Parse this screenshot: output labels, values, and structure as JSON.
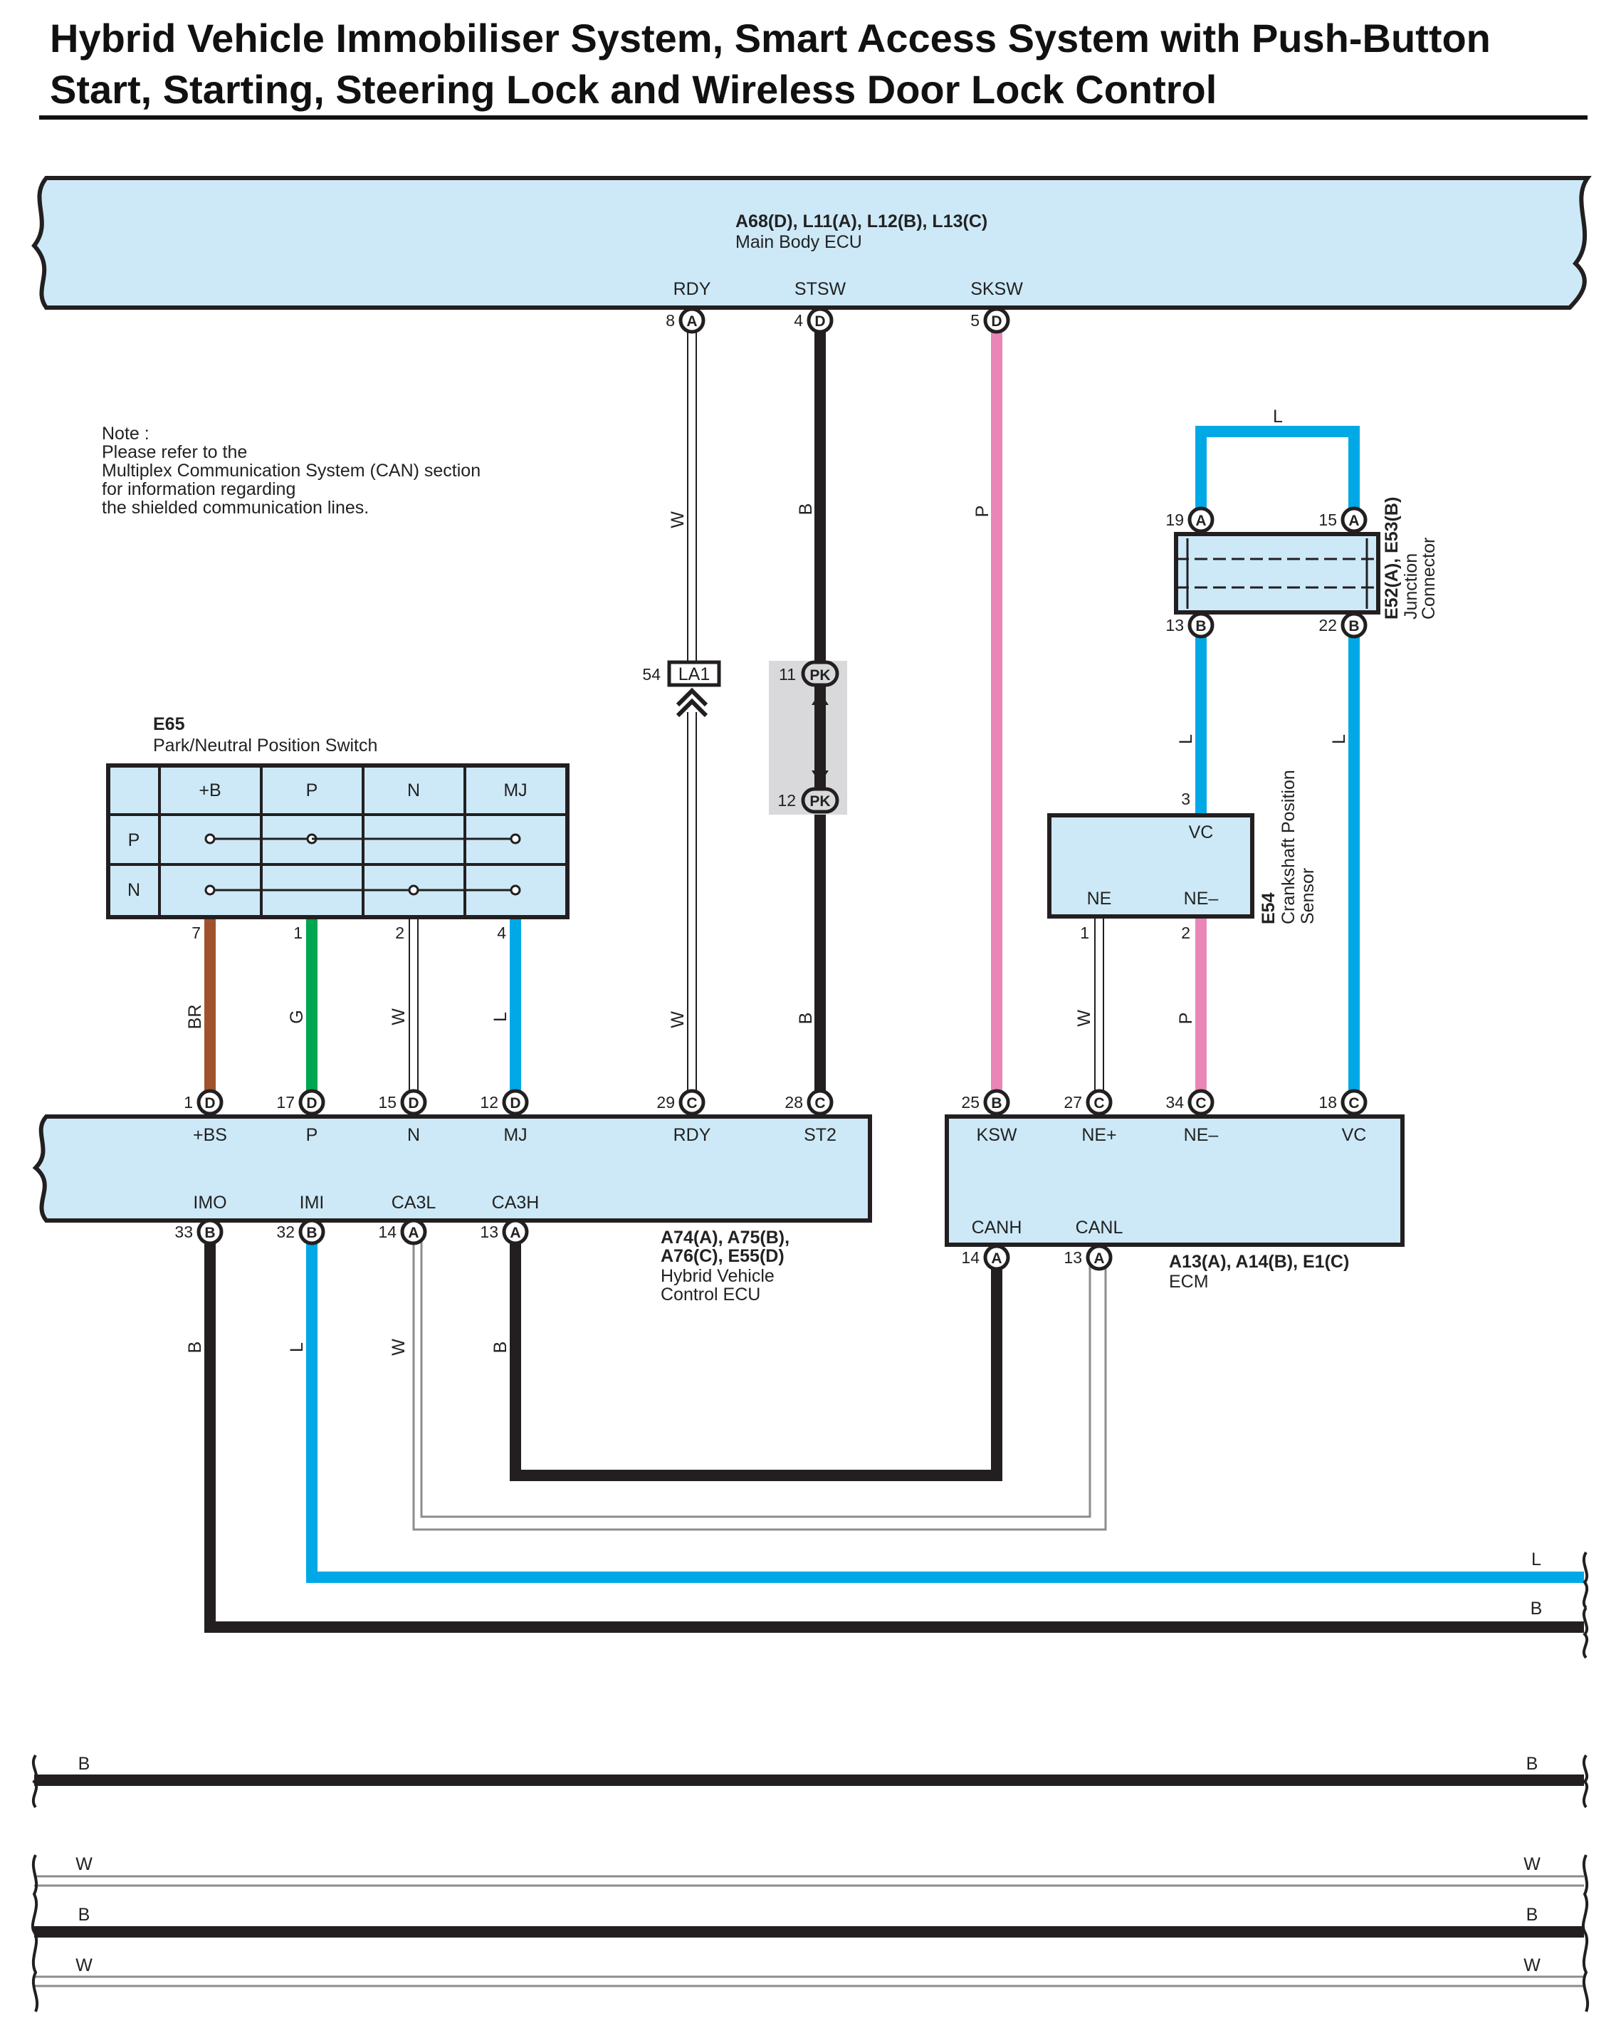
{
  "title": {
    "line1": "Hybrid Vehicle Immobiliser System, Smart Access System with Push-Button",
    "line2": "Start, Starting, Steering Lock and Wireless Door Lock Control"
  },
  "colors": {
    "component_fill": "#cde9f7",
    "wire_B": "#231f20",
    "wire_W": "#ffffff",
    "wire_P": "#e986b7",
    "wire_L": "#00a9e6",
    "wire_G": "#00a650",
    "wire_BR": "#a0522d",
    "grey_box": "#d9d9db"
  },
  "note": {
    "lines": [
      "Note :",
      "Please refer to the",
      "Multiplex Communication System (CAN) section",
      "for information regarding",
      "the shielded communication lines."
    ]
  },
  "main_body_ecu": {
    "codes": "A68(D), L11(A), L12(B), L13(C)",
    "name": "Main Body ECU",
    "terminals": [
      {
        "label": "RDY",
        "num": "8",
        "letter": "A"
      },
      {
        "label": "STSW",
        "num": "4",
        "letter": "D"
      },
      {
        "label": "SKSW",
        "num": "5",
        "letter": "D"
      }
    ]
  },
  "connector_la1": {
    "num": "54",
    "label": "LA1"
  },
  "connector_pk": {
    "top_num": "11",
    "bottom_num": "12",
    "label": "PK"
  },
  "junction": {
    "codes": "E52(A), E53(B)",
    "name_line1": "Junction",
    "name_line2": "Connector",
    "top_wire": "L",
    "pins": [
      {
        "num": "19",
        "letter": "A"
      },
      {
        "num": "15",
        "letter": "A"
      },
      {
        "num": "13",
        "letter": "B"
      },
      {
        "num": "22",
        "letter": "B"
      }
    ]
  },
  "crank_sensor": {
    "code": "E54",
    "name_line1": "Crankshaft Position",
    "name_line2": "Sensor",
    "labels": {
      "vc": "VC",
      "ne": "NE",
      "ne_minus": "NE–"
    },
    "pins": {
      "vc": "3",
      "ne": "1",
      "ne_minus": "2"
    }
  },
  "pn_switch": {
    "code": "E65",
    "name": "Park/Neutral Position Switch",
    "columns": [
      "+B",
      "P",
      "N",
      "MJ"
    ],
    "rows": [
      "P",
      "N"
    ],
    "pins": [
      "7",
      "1",
      "2",
      "4"
    ]
  },
  "hv_ecu": {
    "codes_line1": "A74(A), A75(B),",
    "codes_line2": "A76(C), E55(D)",
    "name_line1": "Hybrid Vehicle",
    "name_line2": "Control ECU",
    "top_terminals": [
      {
        "label": "+BS",
        "num": "1",
        "letter": "D"
      },
      {
        "label": "P",
        "num": "17",
        "letter": "D"
      },
      {
        "label": "N",
        "num": "15",
        "letter": "D"
      },
      {
        "label": "MJ",
        "num": "12",
        "letter": "D"
      },
      {
        "label": "RDY",
        "num": "29",
        "letter": "C"
      },
      {
        "label": "ST2",
        "num": "28",
        "letter": "C"
      }
    ],
    "bottom_terminals": [
      {
        "label": "IMO",
        "num": "33",
        "letter": "B"
      },
      {
        "label": "IMI",
        "num": "32",
        "letter": "B"
      },
      {
        "label": "CA3L",
        "num": "14",
        "letter": "A"
      },
      {
        "label": "CA3H",
        "num": "13",
        "letter": "A"
      }
    ]
  },
  "ecm": {
    "codes": "A13(A), A14(B), E1(C)",
    "name": "ECM",
    "top_terminals": [
      {
        "label": "KSW",
        "num": "25",
        "letter": "B"
      },
      {
        "label": "NE+",
        "num": "27",
        "letter": "C"
      },
      {
        "label": "NE–",
        "num": "34",
        "letter": "C"
      },
      {
        "label": "VC",
        "num": "18",
        "letter": "C"
      }
    ],
    "bottom_terminals": [
      {
        "label": "CANH",
        "num": "14",
        "letter": "A"
      },
      {
        "label": "CANL",
        "num": "13",
        "letter": "A"
      }
    ]
  },
  "wire_labels": {
    "rdy_upper": "W",
    "stsw_upper": "B",
    "sksw": "P",
    "rdy_lower": "W",
    "stsw_lower": "B",
    "pns_bs": "BR",
    "pns_p": "G",
    "pns_n": "W",
    "pns_mj": "L",
    "jc_left": "L",
    "jc_right": "L",
    "crank_ne": "W",
    "crank_neminus": "P",
    "imo": "B",
    "imi": "L",
    "ca3l": "W",
    "ca3h": "B",
    "cont_l": "L",
    "cont_b": "B",
    "bus_b_left": "B",
    "bus_b_right": "B",
    "bus_w1_left": "W",
    "bus_w1_right": "W",
    "bus_b2_left": "B",
    "bus_b2_right": "B",
    "bus_w2_left": "W",
    "bus_w2_right": "W"
  }
}
